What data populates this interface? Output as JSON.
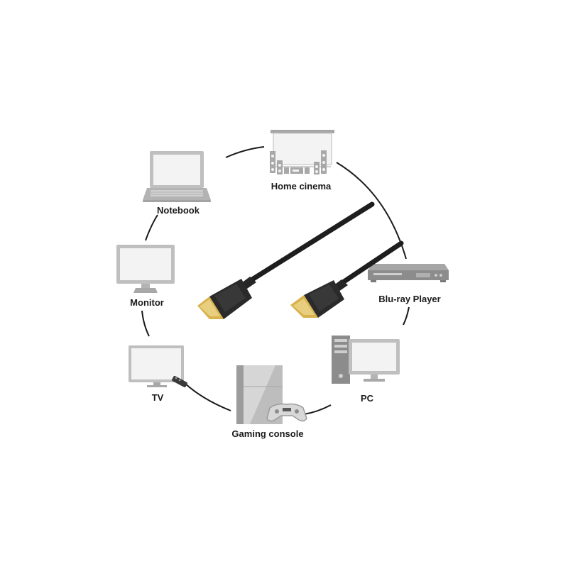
{
  "devices": [
    {
      "id": "home-cinema",
      "label": "Home cinema",
      "icon": "home-cinema-icon"
    },
    {
      "id": "notebook",
      "label": "Notebook",
      "icon": "notebook-icon"
    },
    {
      "id": "monitor",
      "label": "Monitor",
      "icon": "monitor-icon"
    },
    {
      "id": "blu-ray-player",
      "label": "Blu-ray Player",
      "icon": "blu-ray-player-icon"
    },
    {
      "id": "tv",
      "label": "TV",
      "icon": "tv-icon"
    },
    {
      "id": "pc",
      "label": "PC",
      "icon": "pc-icon"
    },
    {
      "id": "gaming-console",
      "label": "Gaming console",
      "icon": "gaming-console-icon"
    }
  ],
  "center": {
    "icon": "hdmi-cable-icon"
  },
  "colors": {
    "device_gray": "#bfbfbf",
    "device_dark": "#8c8c8c",
    "screen": "#f3f3f3",
    "ring": "#1a1a1a",
    "cable": "#1e1e1e",
    "connector_gold": "#d9b24c"
  }
}
